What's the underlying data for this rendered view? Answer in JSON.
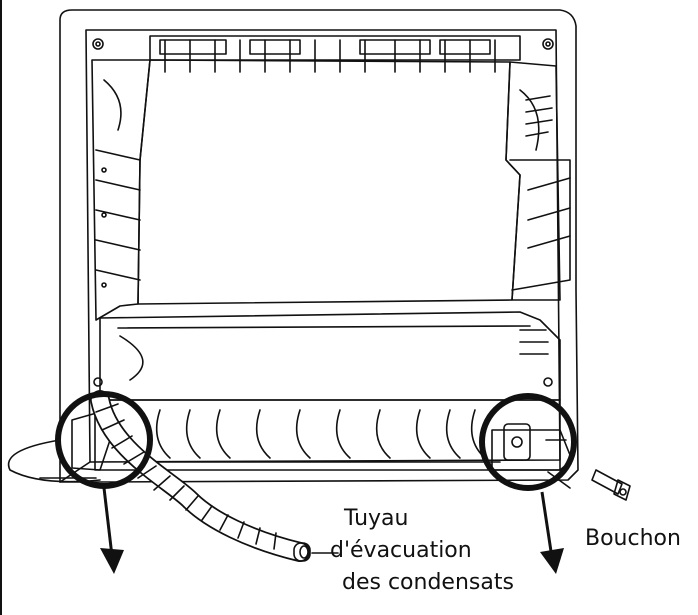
{
  "labels": {
    "hose_line1": "Tuyau",
    "hose_line2": "d'évacuation",
    "hose_line3": "des condensats",
    "plug": "Bouchon"
  },
  "colors": {
    "line": "#111111",
    "background": "#ffffff"
  },
  "icons": {
    "arrow_left": "arrow-down-left-icon",
    "arrow_right": "arrow-down-right-icon"
  }
}
